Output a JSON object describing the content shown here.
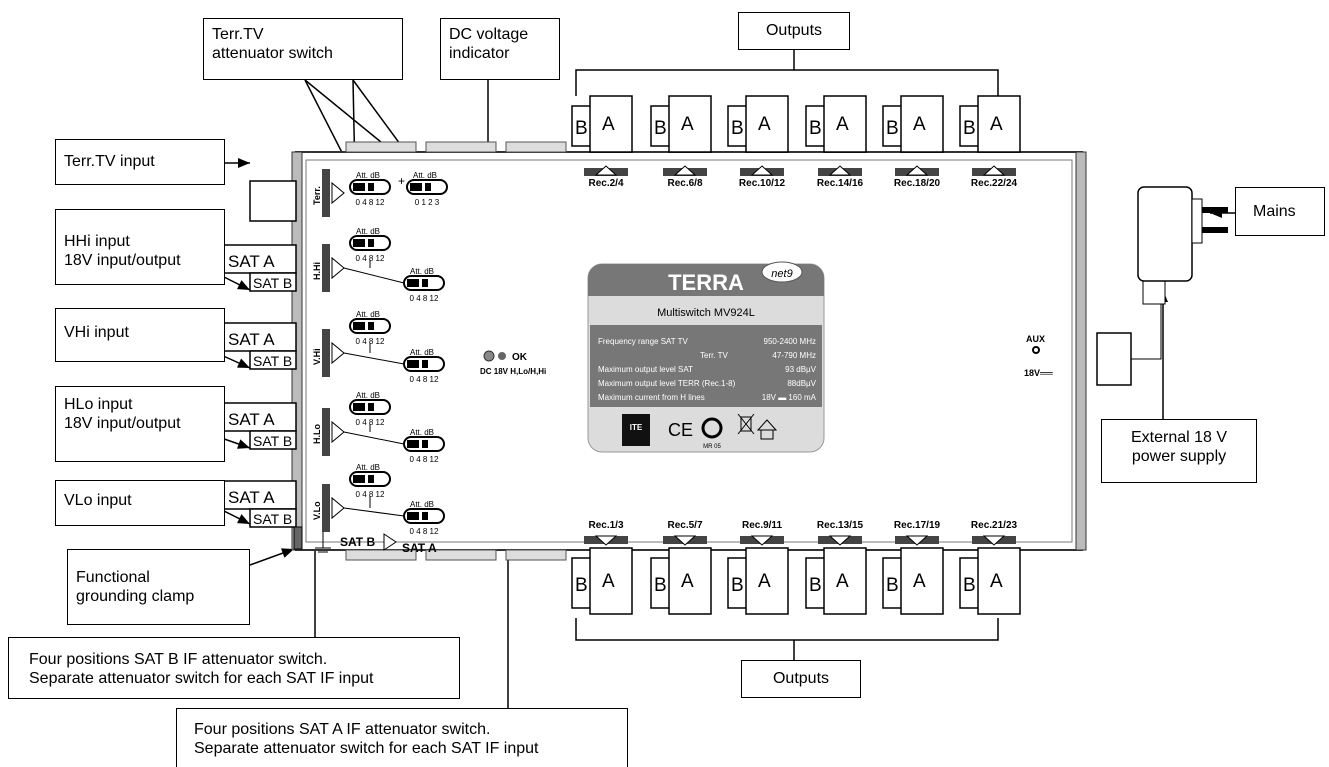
{
  "callouts": {
    "terr_switch": [
      "Terr.TV",
      "attenuator switch"
    ],
    "dc_indicator": [
      "DC voltage",
      "indicator"
    ],
    "outputs_top": "Outputs",
    "outputs_bottom": "Outputs",
    "terr_input": "Terr.TV input",
    "hhi_input": [
      "HHi input",
      "18V input/output"
    ],
    "vhi_input": "VHi input",
    "hlo_input": [
      "HLo input",
      "18V input/output"
    ],
    "vlo_input": "VLo input",
    "grounding": [
      "Functional",
      "grounding clamp"
    ],
    "mains": "Mains",
    "ext_power": [
      "External 18 V",
      "power supply"
    ],
    "sat_b_switch": [
      "Four positions SAT B IF attenuator switch.",
      "Separate attenuator switch for each SAT IF input"
    ],
    "sat_a_switch": [
      "Four positions SAT A IF attenuator switch.",
      "Separate attenuator switch for each SAT IF input"
    ]
  },
  "device": {
    "brand": "TERRA",
    "net_badge": "net9",
    "model": "Multiswitch MV924L",
    "specs": [
      {
        "label": "Frequency range  SAT TV",
        "value": "950-2400 MHz"
      },
      {
        "label": "Terr. TV",
        "value": "47-790 MHz"
      },
      {
        "label": "Maximum output level SAT",
        "value": "93 dBµV"
      },
      {
        "label": "Maximum output level TERR (Rec.1-8)",
        "value": "88dBµV"
      },
      {
        "label": "Maximum current from H lines",
        "value": "18V ▬ 160 mA"
      }
    ],
    "cert_text": "ITE",
    "cert_small": "MR 05",
    "ce_mark": "CE",
    "top_receivers": [
      "Rec.2/4",
      "Rec.6/8",
      "Rec.10/12",
      "Rec.14/16",
      "Rec.18/20",
      "Rec.22/24"
    ],
    "bottom_receivers": [
      "Rec.1/3",
      "Rec.5/7",
      "Rec.9/11",
      "Rec.13/15",
      "Rec.17/19",
      "Rec.21/23"
    ],
    "connector_b": "B",
    "connector_a": "A",
    "input_sat_a": "SAT A",
    "input_sat_b": "SAT B",
    "input_labels": [
      "Terr.",
      "H.Hi",
      "V.Hi",
      "H.Lo",
      "V.Lo"
    ],
    "att_label": "Att. dB",
    "att_scale_4": "0 4 8 12",
    "att_scale_terr": "0 1 2 3",
    "plus_sign": "+",
    "dc_ok": "OK",
    "dc_text": "DC 18V H,Lo/H,Hi",
    "aux_label": "AUX",
    "aux_voltage": "18V══",
    "legend_sat_b": "SAT B",
    "legend_sat_a": "SAT A"
  }
}
